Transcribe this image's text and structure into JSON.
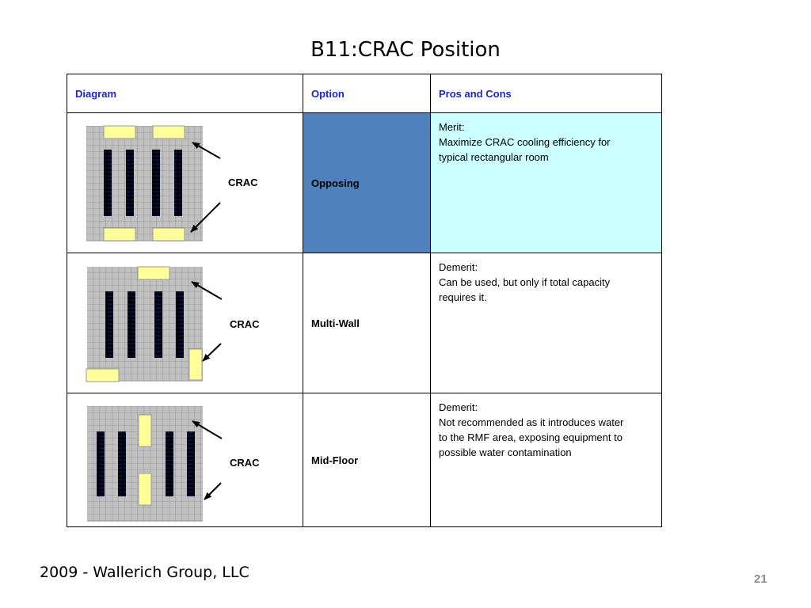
{
  "title": "B11:CRAC Position",
  "table": {
    "headers": [
      "Diagram",
      "Option",
      "Pros and Cons"
    ],
    "rows": [
      {
        "diagram_label": "CRAC",
        "option": "Opposing",
        "pros_cons_title": "Merit:",
        "pros_cons_text": [
          "Maximize CRAC cooling efficiency for",
          "typical rectangular room"
        ]
      },
      {
        "diagram_label": "CRAC",
        "option": "Multi-Wall",
        "pros_cons_title": "Demerit:",
        "pros_cons_text": [
          "Can be used, but only if total capacity",
          "requires it."
        ]
      },
      {
        "diagram_label": "CRAC",
        "option": "Mid-Floor",
        "pros_cons_title": "Demerit:",
        "pros_cons_text": [
          "Not recommended as it introduces water",
          "to the RMF area, exposing equipment to",
          "possible water contamination"
        ]
      }
    ]
  },
  "footer": {
    "text": "2009 - Wallerich Group, LLC",
    "page": "21"
  },
  "colors": {
    "header_text": "#1a26c8",
    "selected_option": "#4f81bd",
    "highlight_row": "#ccffff",
    "crac_unit": "#ffff99",
    "floor_tile": "#c0c0c0",
    "rack": "#000000"
  }
}
